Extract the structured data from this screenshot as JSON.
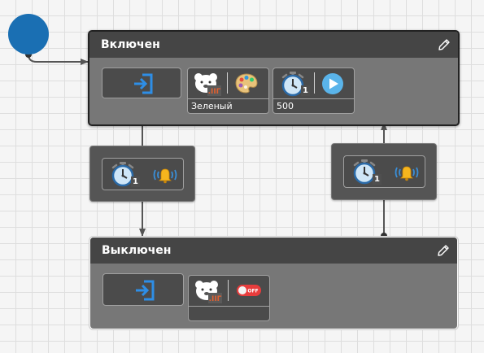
{
  "diagram": {
    "type": "state-machine",
    "states": [
      {
        "name": "Включен",
        "active": true,
        "entry_icon": "entry-arrow-icon",
        "actions": [
          {
            "icons": [
              "bear-device-icon",
              "palette-icon"
            ],
            "caption": "Зеленый"
          },
          {
            "icons": [
              "stopwatch-icon",
              "play-icon"
            ],
            "timer_number": "1",
            "caption": "500"
          }
        ]
      },
      {
        "name": "Выключен",
        "active": false,
        "entry_icon": "entry-arrow-icon",
        "actions": [
          {
            "icons": [
              "bear-device-icon",
              "off-toggle-icon"
            ],
            "toggle_label": "OFF",
            "caption": ""
          }
        ]
      }
    ],
    "transitions": [
      {
        "from": "Включен",
        "to": "Выключен",
        "trigger_icons": [
          "stopwatch-icon",
          "bell-icon"
        ],
        "timer_number": "1"
      },
      {
        "from": "Выключен",
        "to": "Включен",
        "trigger_icons": [
          "stopwatch-icon",
          "bell-icon"
        ],
        "timer_number": "1"
      }
    ],
    "colors": {
      "initial": "#1a6fb3",
      "state_header": "#454545",
      "state_body": "#777777",
      "accent_blue": "#2e8ee6",
      "toggle_red": "#e83c3c"
    }
  }
}
